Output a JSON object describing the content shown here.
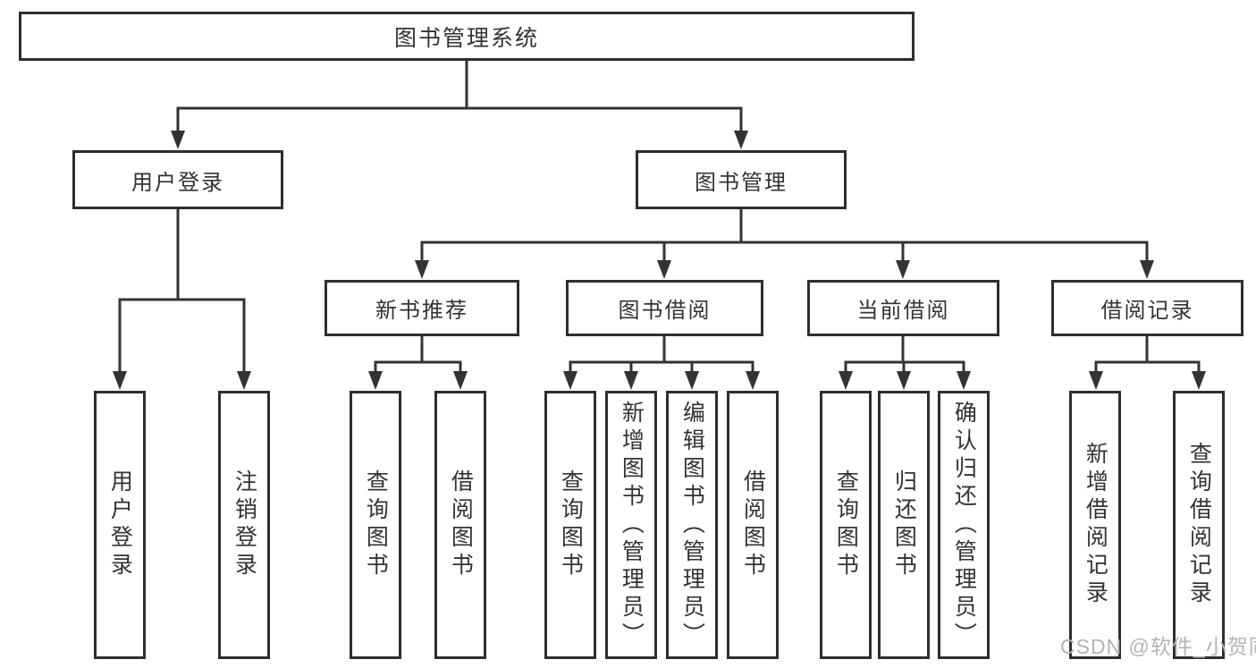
{
  "tree": {
    "label": "图书管理系统",
    "children": [
      {
        "label": "用户登录",
        "children": [
          {
            "label": "用户登录"
          },
          {
            "label": "注销登录"
          }
        ]
      },
      {
        "label": "图书管理",
        "children": [
          {
            "label": "新书推荐",
            "children": [
              {
                "label": "查询图书"
              },
              {
                "label": "借阅图书"
              }
            ]
          },
          {
            "label": "图书借阅",
            "children": [
              {
                "label": "查询图书"
              },
              {
                "label": "新增图书（管理员）"
              },
              {
                "label": "编辑图书（管理员）"
              },
              {
                "label": "借阅图书"
              }
            ]
          },
          {
            "label": "当前借阅",
            "children": [
              {
                "label": "查询图书"
              },
              {
                "label": "归还图书"
              },
              {
                "label": "确认归还（管理员）"
              }
            ]
          },
          {
            "label": "借阅记录",
            "children": [
              {
                "label": "新增借阅记录"
              },
              {
                "label": "查询借阅记录"
              }
            ]
          }
        ]
      }
    ]
  },
  "watermark": "CSDN @软件_小贺同学",
  "colors": {
    "line": "#333333",
    "box_border": "#2e2e2e",
    "text": "#333333",
    "watermark": "#b4b4b4",
    "background": "#ffffff"
  }
}
